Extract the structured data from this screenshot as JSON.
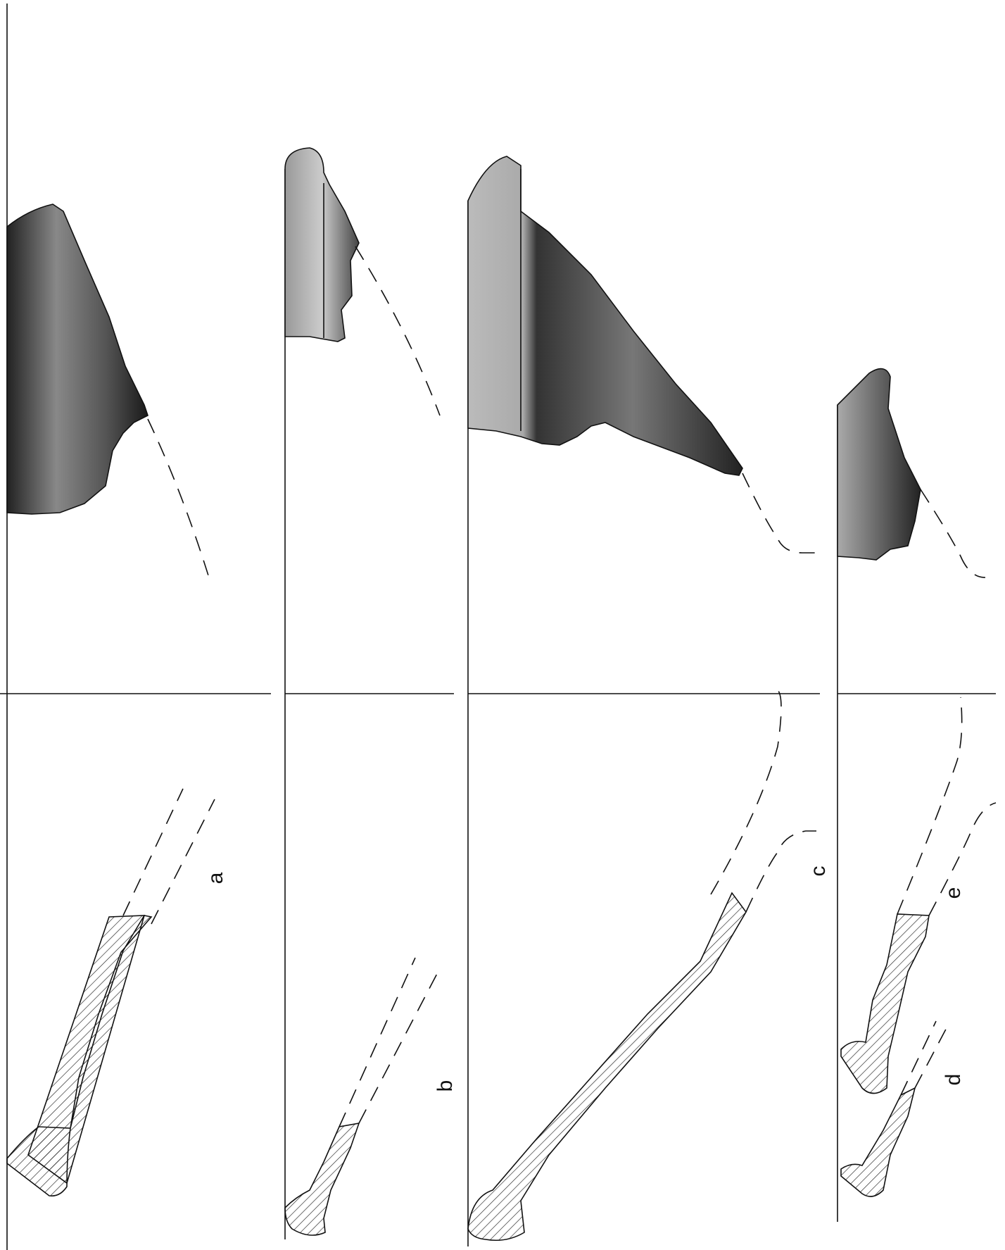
{
  "plate": {
    "background": "#ffffff",
    "ink": "#111111",
    "fragments": [
      {
        "label": "a"
      },
      {
        "label": "b"
      },
      {
        "label": "c"
      },
      {
        "label": "d"
      },
      {
        "label": "e"
      }
    ]
  }
}
